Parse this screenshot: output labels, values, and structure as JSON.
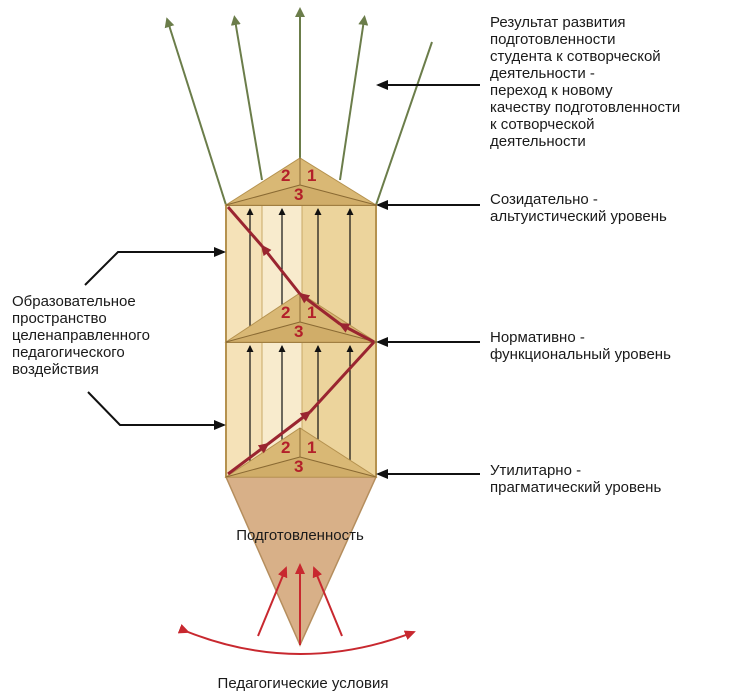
{
  "labels": {
    "result": "Результат развития\nподготовленности\nстудента к сотворческой\nдеятельности -\nпереход к новому\nкачеству подготовленности\nк сотворческой\nдеятельности",
    "level_top": "Созидательно -\nальтуистический уровень",
    "level_mid": "Нормативно -\nфункциональный уровень",
    "level_bottom": "Утилитарно -\nпрагматический уровень",
    "space": "Образовательное\nпространство\nцеленаправленного\nпедагогического\nвоздействия",
    "readiness": "Подготовленность",
    "conditions": "Педагогические условия"
  },
  "pyramid_numbers": [
    "2",
    "1",
    "3"
  ],
  "colors": {
    "column_light": "#f5e2b8",
    "column_mid": "#ecd49c",
    "column_edge": "#b5924f",
    "pyramid": "#d9b875",
    "cone": "#d8b088",
    "green_arrow": "#6b7d4a",
    "red": "#c8282f",
    "dark_red_arrow": "#9a2530",
    "number": "#b3202a"
  }
}
